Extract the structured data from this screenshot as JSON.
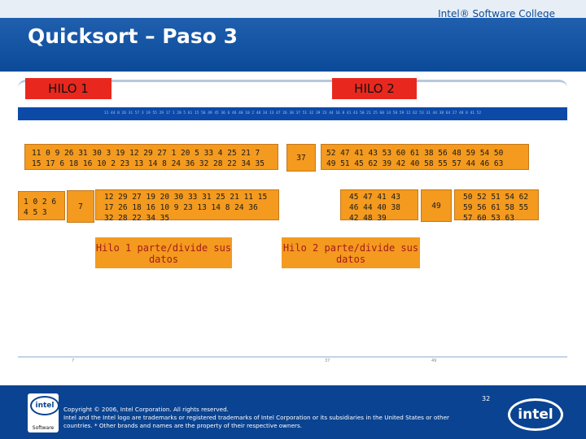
{
  "header": {
    "brand": "Intel® Software College",
    "title": "Quicksort – Paso 3"
  },
  "threads": {
    "hilo1": "HILO 1",
    "hilo2": "HILO 2"
  },
  "strip_text": "11 44 0 26 31 57 3 19 55 29 17 1 20 5 61 15 56 49 45 36 6 46 40 10 2 48 34 13 47 26 38 37 51 32 39 23 44 16 8 41 43 50 21 25 60 14 58 59 12 62 53 31 44 38 64 27 48 8 41 52",
  "boxes": {
    "top_left": {
      "line1": "11 0 9 26 31 30 3 19 12 29 27 1 20 5 33 4 25 21 7",
      "line2": "15 17 6 18 16 10 2 23 13 14 8 24 36 32 28 22 34 35"
    },
    "pivot": "37",
    "top_right": {
      "line1": "52 47 41 43 53 60 61 38 56 48 59 54 50",
      "line2": "49 51 45 62 39 42 40 58 55 57 44 46 63"
    },
    "small_left": {
      "line1": "1 0 2 6",
      "line2": "4 5 3"
    },
    "pivot_left": "7",
    "mid_left": {
      "line1": "12 29 27 19 20 30 33 31 25 21 11 15",
      "line2": "17 26 18 16 10 9 23 13 14 8 24 36",
      "line3": "32 28 22 34 35"
    },
    "mid_right": {
      "line1": "45 47 41 43",
      "line2": "46 44 40 38",
      "line3": "42 48 39"
    },
    "pivot_right": "49",
    "far_right": {
      "line1": "50 52 51 54 62",
      "line2": "59 56 61 58 55",
      "line3": "57 60 53 63"
    }
  },
  "notes": {
    "left": "Hilo 1 parte/divide sus datos",
    "right": "Hilo 2 parte/divide sus datos"
  },
  "bottom_labels": {
    "a": "7",
    "b": "37",
    "c": "49"
  },
  "footer": {
    "copyright": "Copyright © 2006, Intel Corporation. All rights reserved.",
    "trademark": "Intel and the Intel logo are trademarks or registered trademarks of Intel Corporation or its subsidiaries in the United States or other countries. * Other brands and names are the property of their respective owners.",
    "page_number": "32",
    "logo_left_text": "intel",
    "logo_left_sub": "Software",
    "logo_right_text": "intel"
  }
}
